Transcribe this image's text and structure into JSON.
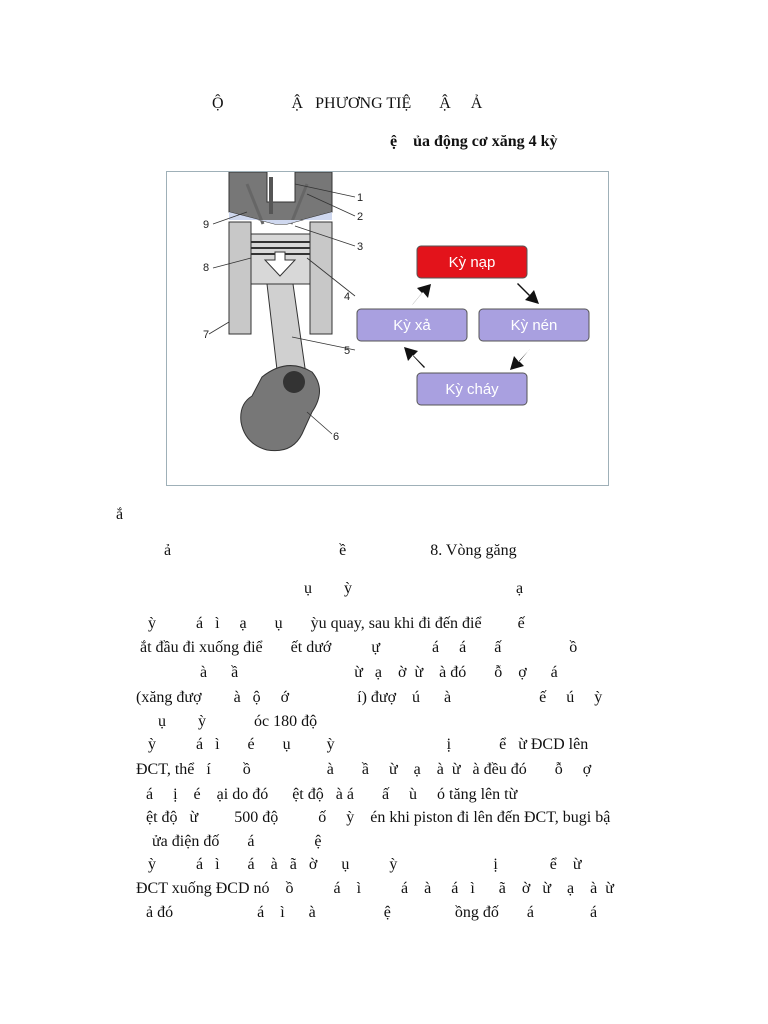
{
  "header": {
    "title": "Ộ                 Ậ   PHƯƠNG TIỆ       Ậ     Ả",
    "subtitle": "ệ    ủa động cơ xăng 4 kỳ"
  },
  "figure": {
    "callouts": [
      "1",
      "2",
      "3",
      "4",
      "5",
      "6",
      "7",
      "8",
      "9"
    ],
    "cycle": {
      "intake": "Kỳ nạp",
      "compression": "Kỳ nén",
      "combustion": "Kỳ cháy",
      "exhaust": "Kỳ xả"
    },
    "colors": {
      "active": "#e3131b",
      "stroke": "#a9a0e0",
      "border": "#555555",
      "arrow": "#111111"
    }
  },
  "body": {
    "caption_mark": "ắ",
    "legend_line": "ả                                          ề                     8. Vòng găng",
    "section_head": "ụ        ỳ                                         ạ",
    "p1": [
      "ỳ          á   ì     ạ       ụ       ỳu quay, sau khi đi đến điể         ế",
      "ắt đầu đi xuống điể       ết dướ          ự             á     á       ấ                 ồ",
      "à      ầ                             ừ   ạ    ờ  ừ    à đó       ỗ    ợ      á",
      "(xăng đượ        à   ộ     ớ                 í) đượ    ú      à                      ế     ú     ỳ",
      "ụ        ỳ            óc 180 độ"
    ],
    "p2": [
      "ỳ          á   ì       é       ụ         ỳ                            ị            ể   ừ ĐCD lên",
      "ĐCT, thể   í        ồ                   à       ầ     ừ    ạ    à  ừ   à đều đó       ỗ     ợ",
      "á     ị    é    ại do đó      ệt độ   à á       ấ     ù     ó tăng lên từ",
      "ệt độ   ừ         500 độ          ố     ỳ    én khi piston đi lên đến ĐCT, bugi bậ",
      "ửa điện đố       á               ệ"
    ],
    "p3": [
      "ỳ          á   ì       á    à   ã   ờ      ụ          ỳ                        ị             ể    ừ",
      "ĐCT xuống ĐCD nó    ồ          á    ì          á    à     á   ì      ã    ờ   ừ    ạ    à  ừ",
      "ả đó                     á    ì      à                 ệ                ồng đố       á              á"
    ]
  }
}
